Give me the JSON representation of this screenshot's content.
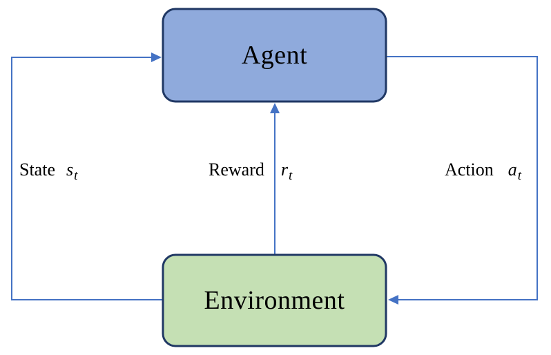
{
  "diagram": {
    "type": "reinforcement-learning-loop",
    "nodes": {
      "agent": {
        "label": "Agent"
      },
      "environment": {
        "label": "Environment"
      }
    },
    "edges": {
      "state": {
        "label": "State",
        "symbol": "s",
        "subscript": "t",
        "from": "environment",
        "to": "agent"
      },
      "reward": {
        "label": "Reward",
        "symbol": "r",
        "subscript": "t",
        "from": "environment",
        "to": "agent"
      },
      "action": {
        "label": "Action",
        "symbol": "a",
        "subscript": "t",
        "from": "agent",
        "to": "environment"
      }
    },
    "colors": {
      "agent_fill": "#8FAADC",
      "environment_fill": "#C5E0B4",
      "node_border": "#203864",
      "arrow": "#4472C4",
      "text": "#000000"
    }
  }
}
